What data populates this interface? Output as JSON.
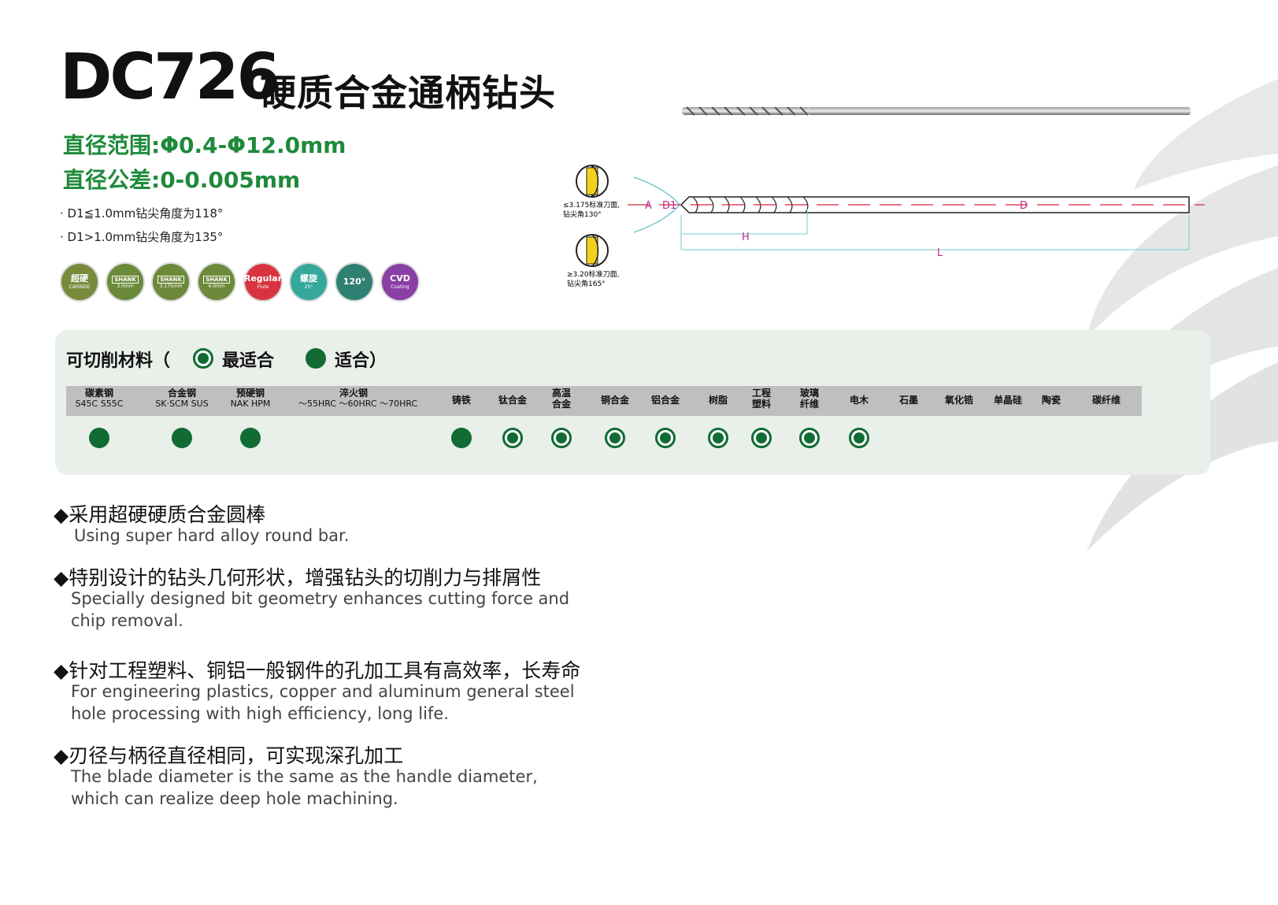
{
  "header": {
    "model": "DC726",
    "title": "硬质合金通柄钻头",
    "spec_range": "直径范围:Φ0.4-Φ12.0mm",
    "spec_tolerance": "直径公差:0-0.005mm",
    "note1": "· D1≦1.0mm钻尖角度为118°",
    "note2": "· D1>1.0mm钻尖角度为135°"
  },
  "badges": [
    {
      "main": "超硬",
      "sub": "CARBIDE",
      "color": "#7a8a3d"
    },
    {
      "main": "SHANK",
      "sub": "3.0mm",
      "color": "#6b8a3a"
    },
    {
      "main": "SHANK",
      "sub": "3.175mm",
      "color": "#6b8a3a"
    },
    {
      "main": "SHANK",
      "sub": "4.0mm",
      "color": "#6b8a3a"
    },
    {
      "main": "Regular",
      "sub": "Flute",
      "color": "#d8343f"
    },
    {
      "main": "螺旋",
      "sub": "25°",
      "color": "#35a89a"
    },
    {
      "main": "120°",
      "sub": "",
      "color": "#2f7f72"
    },
    {
      "main": "CVD",
      "sub": "Coating",
      "color": "#8a3fa4"
    }
  ],
  "diagram": {
    "tip1_label1": "≤3.175标准刀面,",
    "tip1_label2": "钻尖角130°",
    "tip2_label1": "≥3.20标准刀面,",
    "tip2_label2": "钻尖角165°",
    "dim_a": "A",
    "dim_d1": "D1",
    "dim_d": "D",
    "dim_h": "H",
    "dim_l": "L"
  },
  "materials": {
    "title": "可切削材料（",
    "best_label": "最适合",
    "suitable_label": "适合）",
    "columns": [
      {
        "line1": "碳素钢",
        "line2": "S45C S55C",
        "rating": "suitable"
      },
      {
        "line1": "合金钢",
        "line2": "SK·SCM SUS",
        "rating": "suitable"
      },
      {
        "line1": "预硬钢",
        "line2": "NAK HPM",
        "rating": "suitable"
      },
      {
        "line1": "淬火钢",
        "line2": "～55HRC ～60HRC ～70HRC",
        "rating": "none"
      },
      {
        "line1": "铸铁",
        "line2": "",
        "rating": "suitable"
      },
      {
        "line1": "钛合金",
        "line2": "",
        "rating": "best"
      },
      {
        "line1": "高温",
        "line2": "合金",
        "rating": "best"
      },
      {
        "line1": "铜合金",
        "line2": "",
        "rating": "best"
      },
      {
        "line1": "铝合金",
        "line2": "",
        "rating": "best"
      },
      {
        "line1": "树脂",
        "line2": "",
        "rating": "best"
      },
      {
        "line1": "工程",
        "line2": "塑料",
        "rating": "best"
      },
      {
        "line1": "玻璃",
        "line2": "纤维",
        "rating": "best"
      },
      {
        "line1": "电木",
        "line2": "",
        "rating": "best"
      },
      {
        "line1": "石墨",
        "line2": "",
        "rating": "none"
      },
      {
        "line1": "氧化锆",
        "line2": "",
        "rating": "none"
      },
      {
        "line1": "单晶硅",
        "line2": "",
        "rating": "none"
      },
      {
        "line1": "陶瓷",
        "line2": "",
        "rating": "none"
      },
      {
        "line1": "碳纤维",
        "line2": "",
        "rating": "none"
      }
    ]
  },
  "features": [
    {
      "cn": "◆采用超硬硬质合金圆棒",
      "en": "Using super  hard alloy round bar."
    },
    {
      "cn": "◆特别设计的钻头几何形状，增强钻头的切削力与排屑性",
      "en": "Specially designed bit geometry enhances cutting force and chip removal."
    },
    {
      "cn": "◆针对工程塑料、铜铝一般钢件的孔加工具有高效率，长寿命",
      "en": "For engineering plastics, copper and aluminum general steel hole processing with high efficiency, long life."
    },
    {
      "cn": "◆刃径与柄径直径相同，可实现深孔加工",
      "en": "The blade diameter is the same as the handle diameter, which can realize deep hole machining."
    }
  ]
}
